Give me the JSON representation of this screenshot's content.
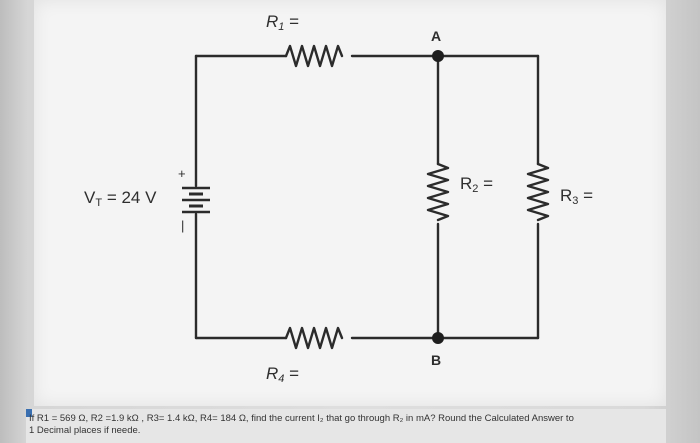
{
  "diagram": {
    "battery_label": "V",
    "battery_sub": "T",
    "battery_value": "= 24 V",
    "battery_plus": "+",
    "battery_minus": "|",
    "r1_label": "R",
    "r1_sub": "1",
    "r1_eq": "=",
    "r2_label": "R",
    "r2_sub": "2",
    "r2_eq": "=",
    "r3_label": "R",
    "r3_sub": "3",
    "r3_eq": "=",
    "r4_label": "R",
    "r4_sub": "4",
    "r4_eq": "=",
    "node_a": "A",
    "node_b": "B"
  },
  "question": {
    "line1": "If R1 = 569 Ω, R2 =1.9 kΩ , R3= 1.4 kΩ, R4= 184 Ω, find the current I₂ that go through R₂  in mA? Round  the Calculated Answer to",
    "line2": "1 Decimal places if neede."
  }
}
